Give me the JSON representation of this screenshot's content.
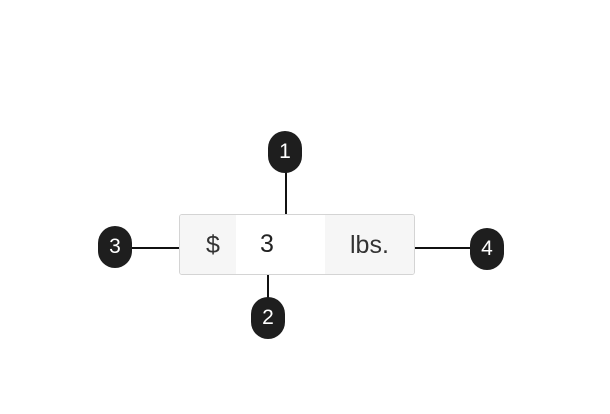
{
  "field": {
    "prefix": "$",
    "value": "3",
    "suffix": "lbs."
  },
  "markers": [
    {
      "label": "1",
      "target": "field-container"
    },
    {
      "label": "2",
      "target": "input-text"
    },
    {
      "label": "3",
      "target": "prefix"
    },
    {
      "label": "4",
      "target": "suffix"
    }
  ]
}
